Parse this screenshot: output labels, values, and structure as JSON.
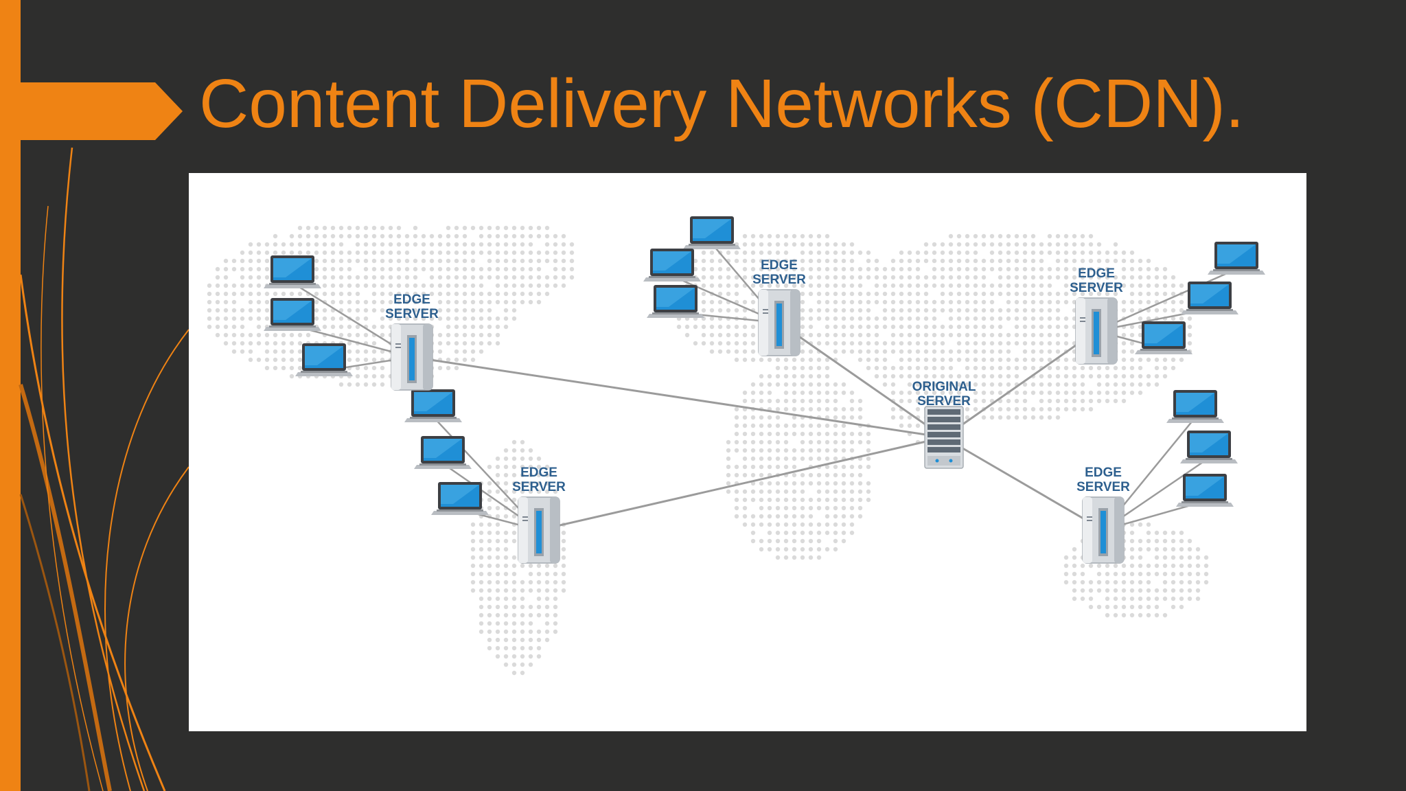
{
  "slide": {
    "title": "Content Delivery Networks (CDN).",
    "accent_color": "#ef8314",
    "background_color": "#2e2e2d"
  },
  "diagram": {
    "nodes": [
      {
        "id": "edge-1",
        "type": "edge-server",
        "label_lines": [
          "EDGE",
          "SERVER"
        ]
      },
      {
        "id": "edge-2",
        "type": "edge-server",
        "label_lines": [
          "EDGE",
          "SERVER"
        ]
      },
      {
        "id": "edge-3",
        "type": "edge-server",
        "label_lines": [
          "EDGE",
          "SERVER"
        ]
      },
      {
        "id": "edge-4",
        "type": "edge-server",
        "label_lines": [
          "EDGE",
          "SERVER"
        ]
      },
      {
        "id": "edge-5",
        "type": "edge-server",
        "label_lines": [
          "EDGE",
          "SERVER"
        ]
      },
      {
        "id": "origin",
        "type": "original-server",
        "label_lines": [
          "ORIGINAL",
          "SERVER"
        ]
      }
    ],
    "clients": [
      {
        "id": "c1",
        "connects_to": "edge-1"
      },
      {
        "id": "c2",
        "connects_to": "edge-1"
      },
      {
        "id": "c3",
        "connects_to": "edge-1"
      },
      {
        "id": "c4",
        "connects_to": "edge-2"
      },
      {
        "id": "c5",
        "connects_to": "edge-2"
      },
      {
        "id": "c6",
        "connects_to": "edge-2"
      },
      {
        "id": "c7",
        "connects_to": "edge-3"
      },
      {
        "id": "c8",
        "connects_to": "edge-3"
      },
      {
        "id": "c9",
        "connects_to": "edge-3"
      },
      {
        "id": "c10",
        "connects_to": "edge-4"
      },
      {
        "id": "c11",
        "connects_to": "edge-4"
      },
      {
        "id": "c12",
        "connects_to": "edge-4"
      },
      {
        "id": "c13",
        "connects_to": "edge-5"
      },
      {
        "id": "c14",
        "connects_to": "edge-5"
      },
      {
        "id": "c15",
        "connects_to": "edge-5"
      }
    ],
    "edges": [
      {
        "from": "edge-1",
        "to": "origin"
      },
      {
        "from": "edge-2",
        "to": "origin"
      },
      {
        "from": "edge-3",
        "to": "origin"
      },
      {
        "from": "edge-4",
        "to": "origin"
      },
      {
        "from": "edge-5",
        "to": "origin"
      }
    ],
    "icons": {
      "client": "laptop-icon",
      "edge-server": "server-tower-icon",
      "original-server": "server-rack-icon"
    }
  }
}
